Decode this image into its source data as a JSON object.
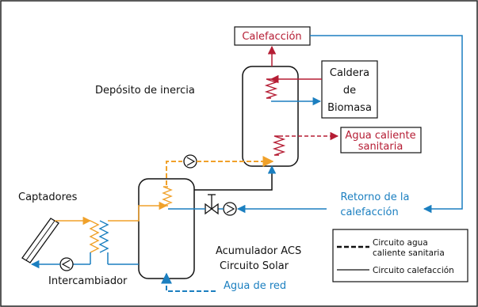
{
  "labels": {
    "calefaccion": "Calefacción",
    "deposito": "Depósito de inercia",
    "caldera_1": "Caldera",
    "caldera_2": "de",
    "caldera_3": "Biomasa",
    "agua_caliente_1": "Agua caliente",
    "agua_caliente_2": "sanitaria",
    "captadores": "Captadores",
    "retorno_1": "Retorno de la",
    "retorno_2": "calefacción",
    "acumulador_1": "Acumulador ACS",
    "acumulador_2": "Circuito Solar",
    "intercambiador": "Intercambiador",
    "agua_red": "Agua de red"
  },
  "legend": {
    "dhw_1": "Circuito agua",
    "dhw_2": "caliente sanitaria",
    "heating": "Circuito calefacción"
  },
  "colors": {
    "red": "#b51d34",
    "blue": "#1b7fc0",
    "orange": "#f0a12a",
    "black": "#111111"
  }
}
